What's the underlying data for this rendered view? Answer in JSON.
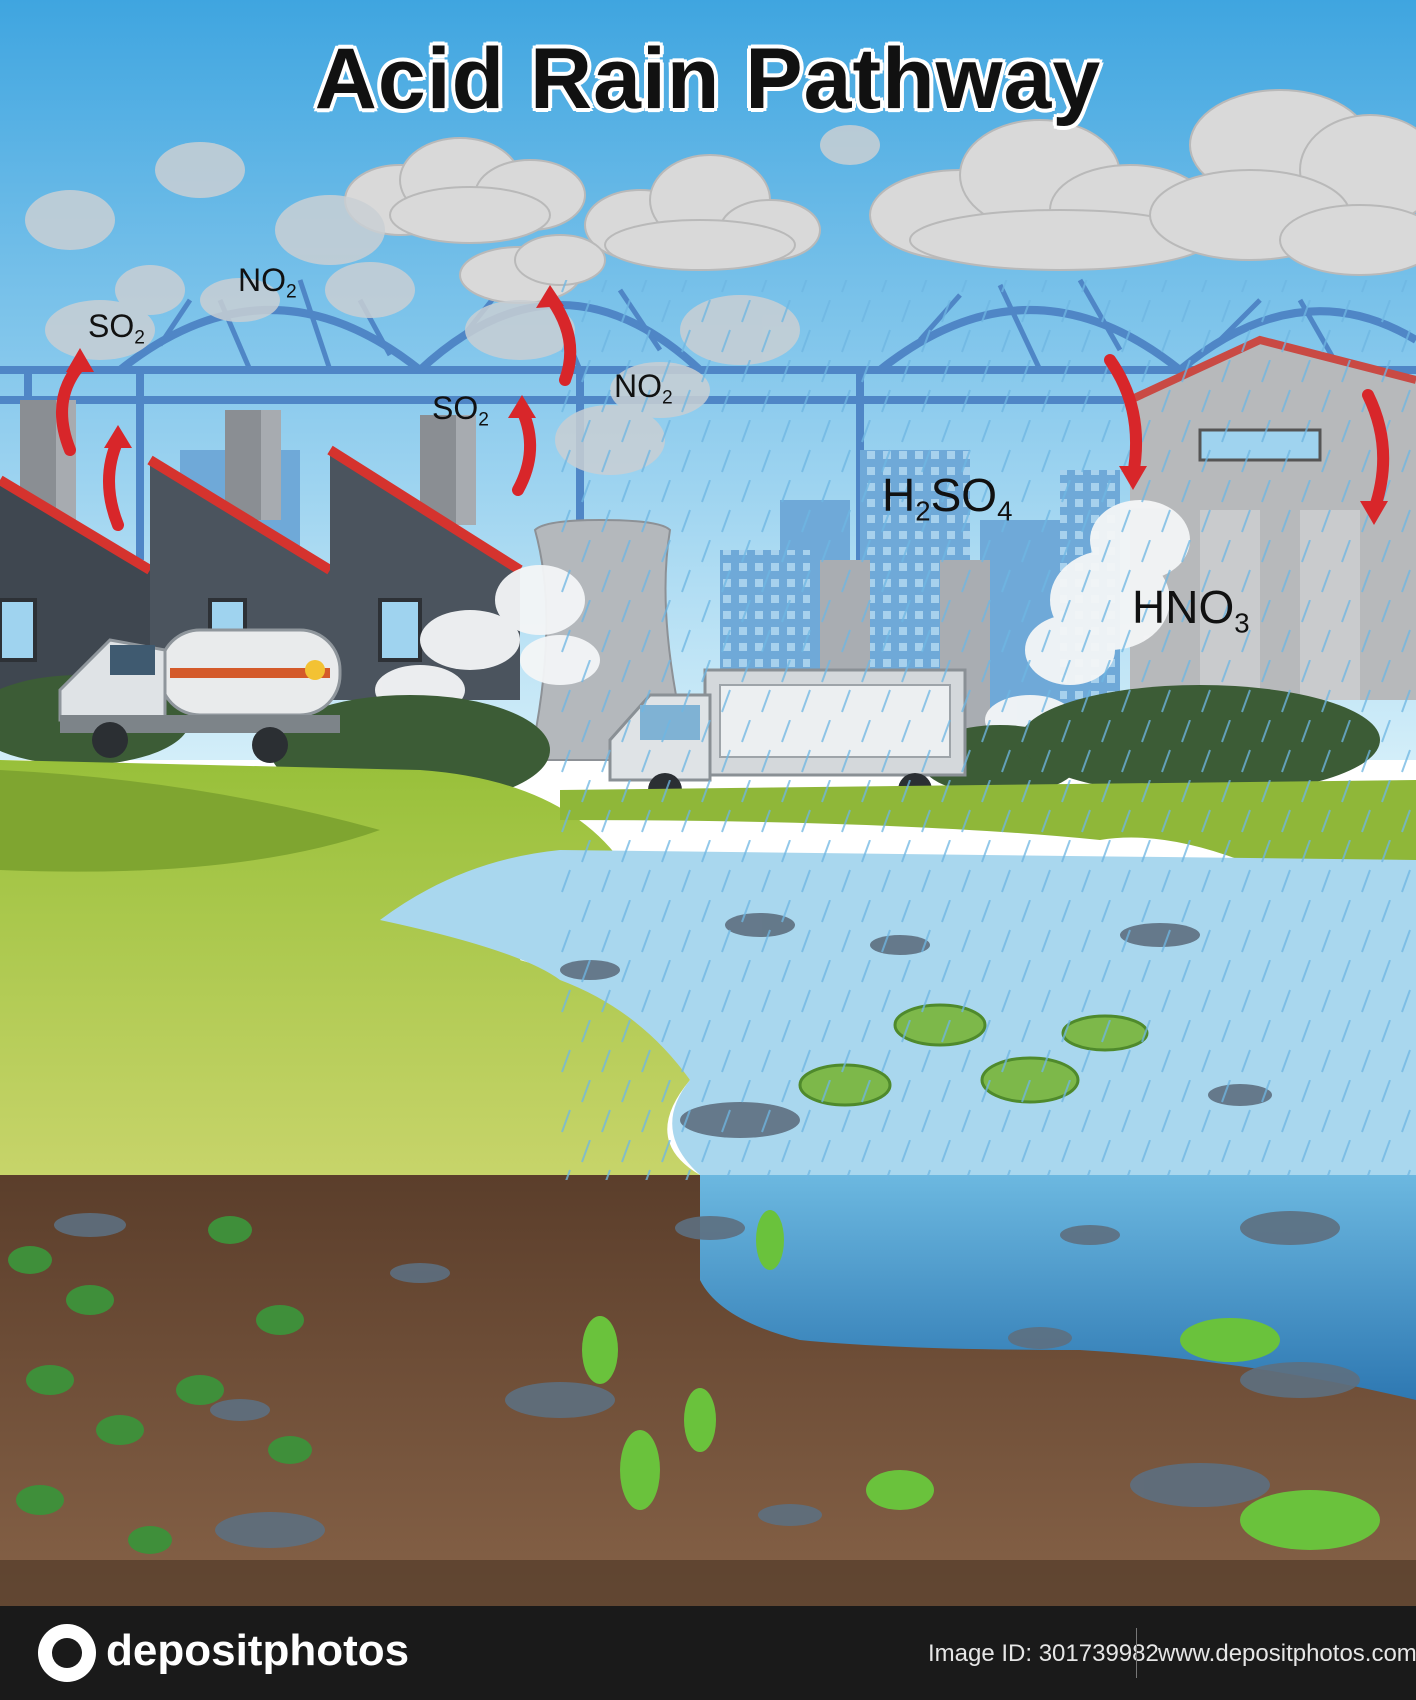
{
  "title": "Acid Rain Pathway",
  "labels": {
    "so2_left": {
      "main": "SO",
      "sub": "2"
    },
    "no2_left": {
      "main": "NO",
      "sub": "2"
    },
    "so2_center": {
      "main": "SO",
      "sub": "2"
    },
    "no2_center": {
      "main": "NO",
      "sub": "2"
    },
    "h2so4": {
      "p1": "H",
      "s1": "2",
      "p2": "SO",
      "s2": "4"
    },
    "hno3": {
      "main": "HNO",
      "sub": "3"
    }
  },
  "footer": {
    "brand": "depositphotos",
    "image_id": "Image ID: 301739982",
    "site": "www.depositphotos.com"
  },
  "colors": {
    "sky": "#7fc8ea",
    "bridge": "#4f86c6",
    "arrow": "#d8262a",
    "grass": "#7faa2c",
    "water": "#a9d7ee",
    "deep_water": "#4a9ccc",
    "soil": "#6a4a34",
    "footer": "#1a1a1a"
  }
}
